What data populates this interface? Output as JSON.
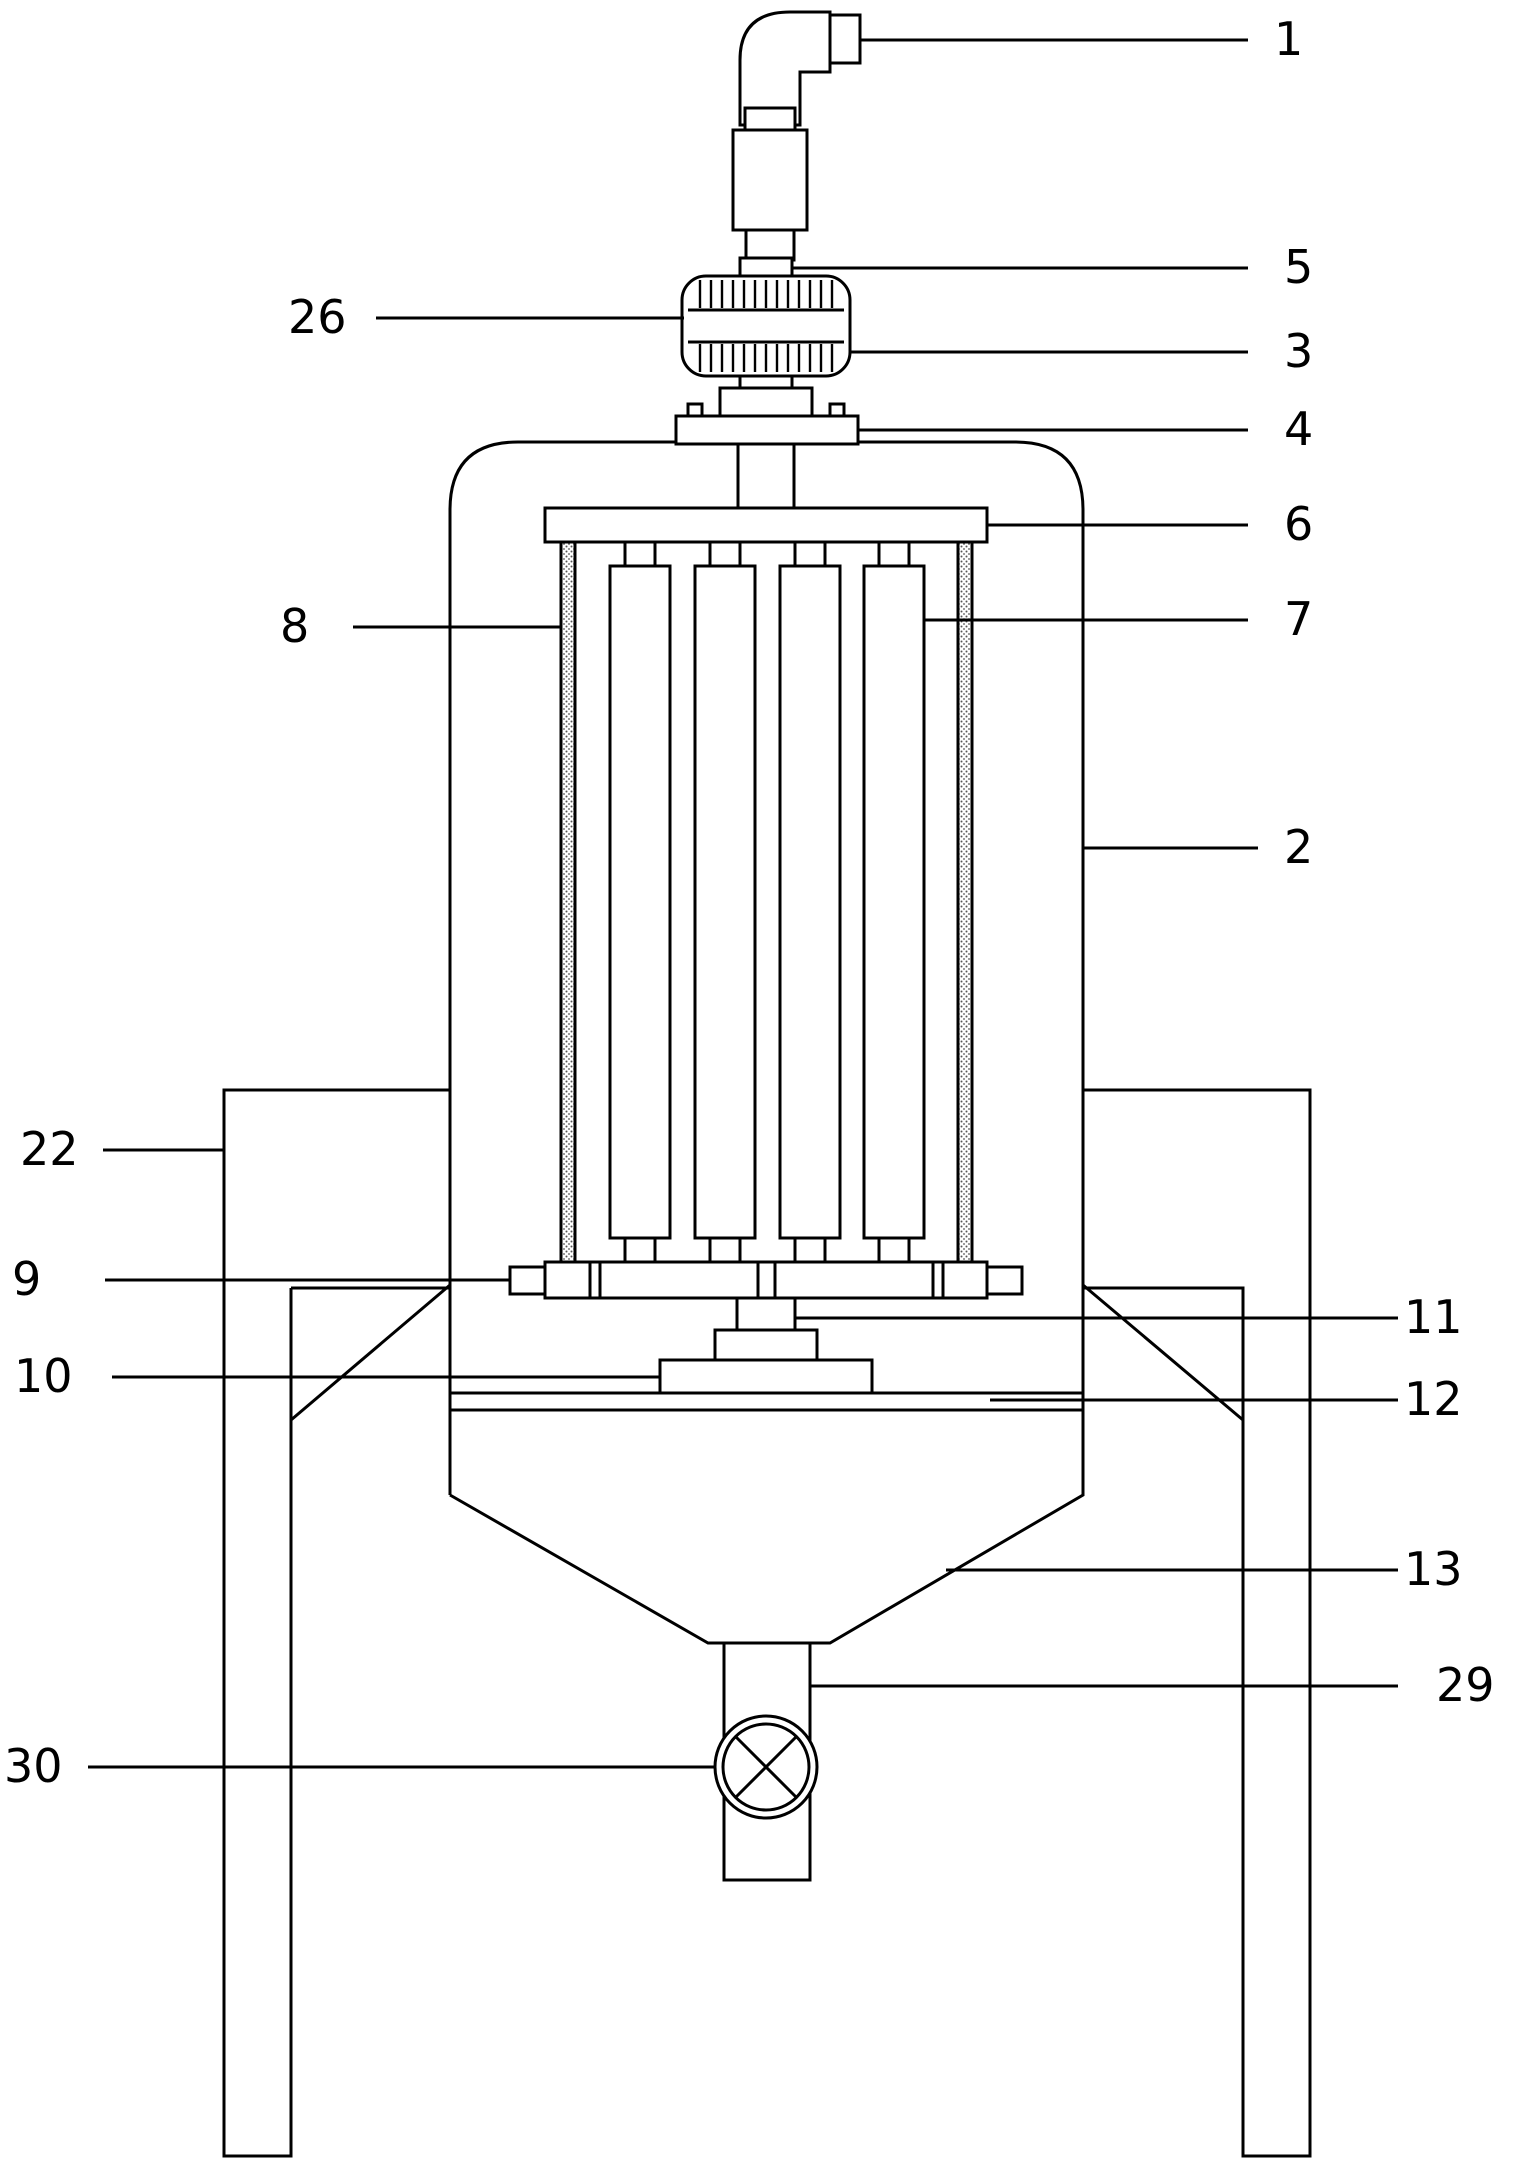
{
  "figure": {
    "colors": {
      "line": "#000000",
      "background": "#ffffff",
      "filter_texture": "#555555"
    },
    "callouts": [
      {
        "id": "c1",
        "label": "1"
      },
      {
        "id": "c5",
        "label": "5"
      },
      {
        "id": "c26",
        "label": "26"
      },
      {
        "id": "c3",
        "label": "3"
      },
      {
        "id": "c4",
        "label": "4"
      },
      {
        "id": "c6",
        "label": "6"
      },
      {
        "id": "c8",
        "label": "8"
      },
      {
        "id": "c7",
        "label": "7"
      },
      {
        "id": "c2",
        "label": "2"
      },
      {
        "id": "c22",
        "label": "22"
      },
      {
        "id": "c9",
        "label": "9"
      },
      {
        "id": "c11",
        "label": "11"
      },
      {
        "id": "c10",
        "label": "10"
      },
      {
        "id": "c12",
        "label": "12"
      },
      {
        "id": "c13",
        "label": "13"
      },
      {
        "id": "c29",
        "label": "29"
      },
      {
        "id": "c30",
        "label": "30"
      }
    ]
  }
}
